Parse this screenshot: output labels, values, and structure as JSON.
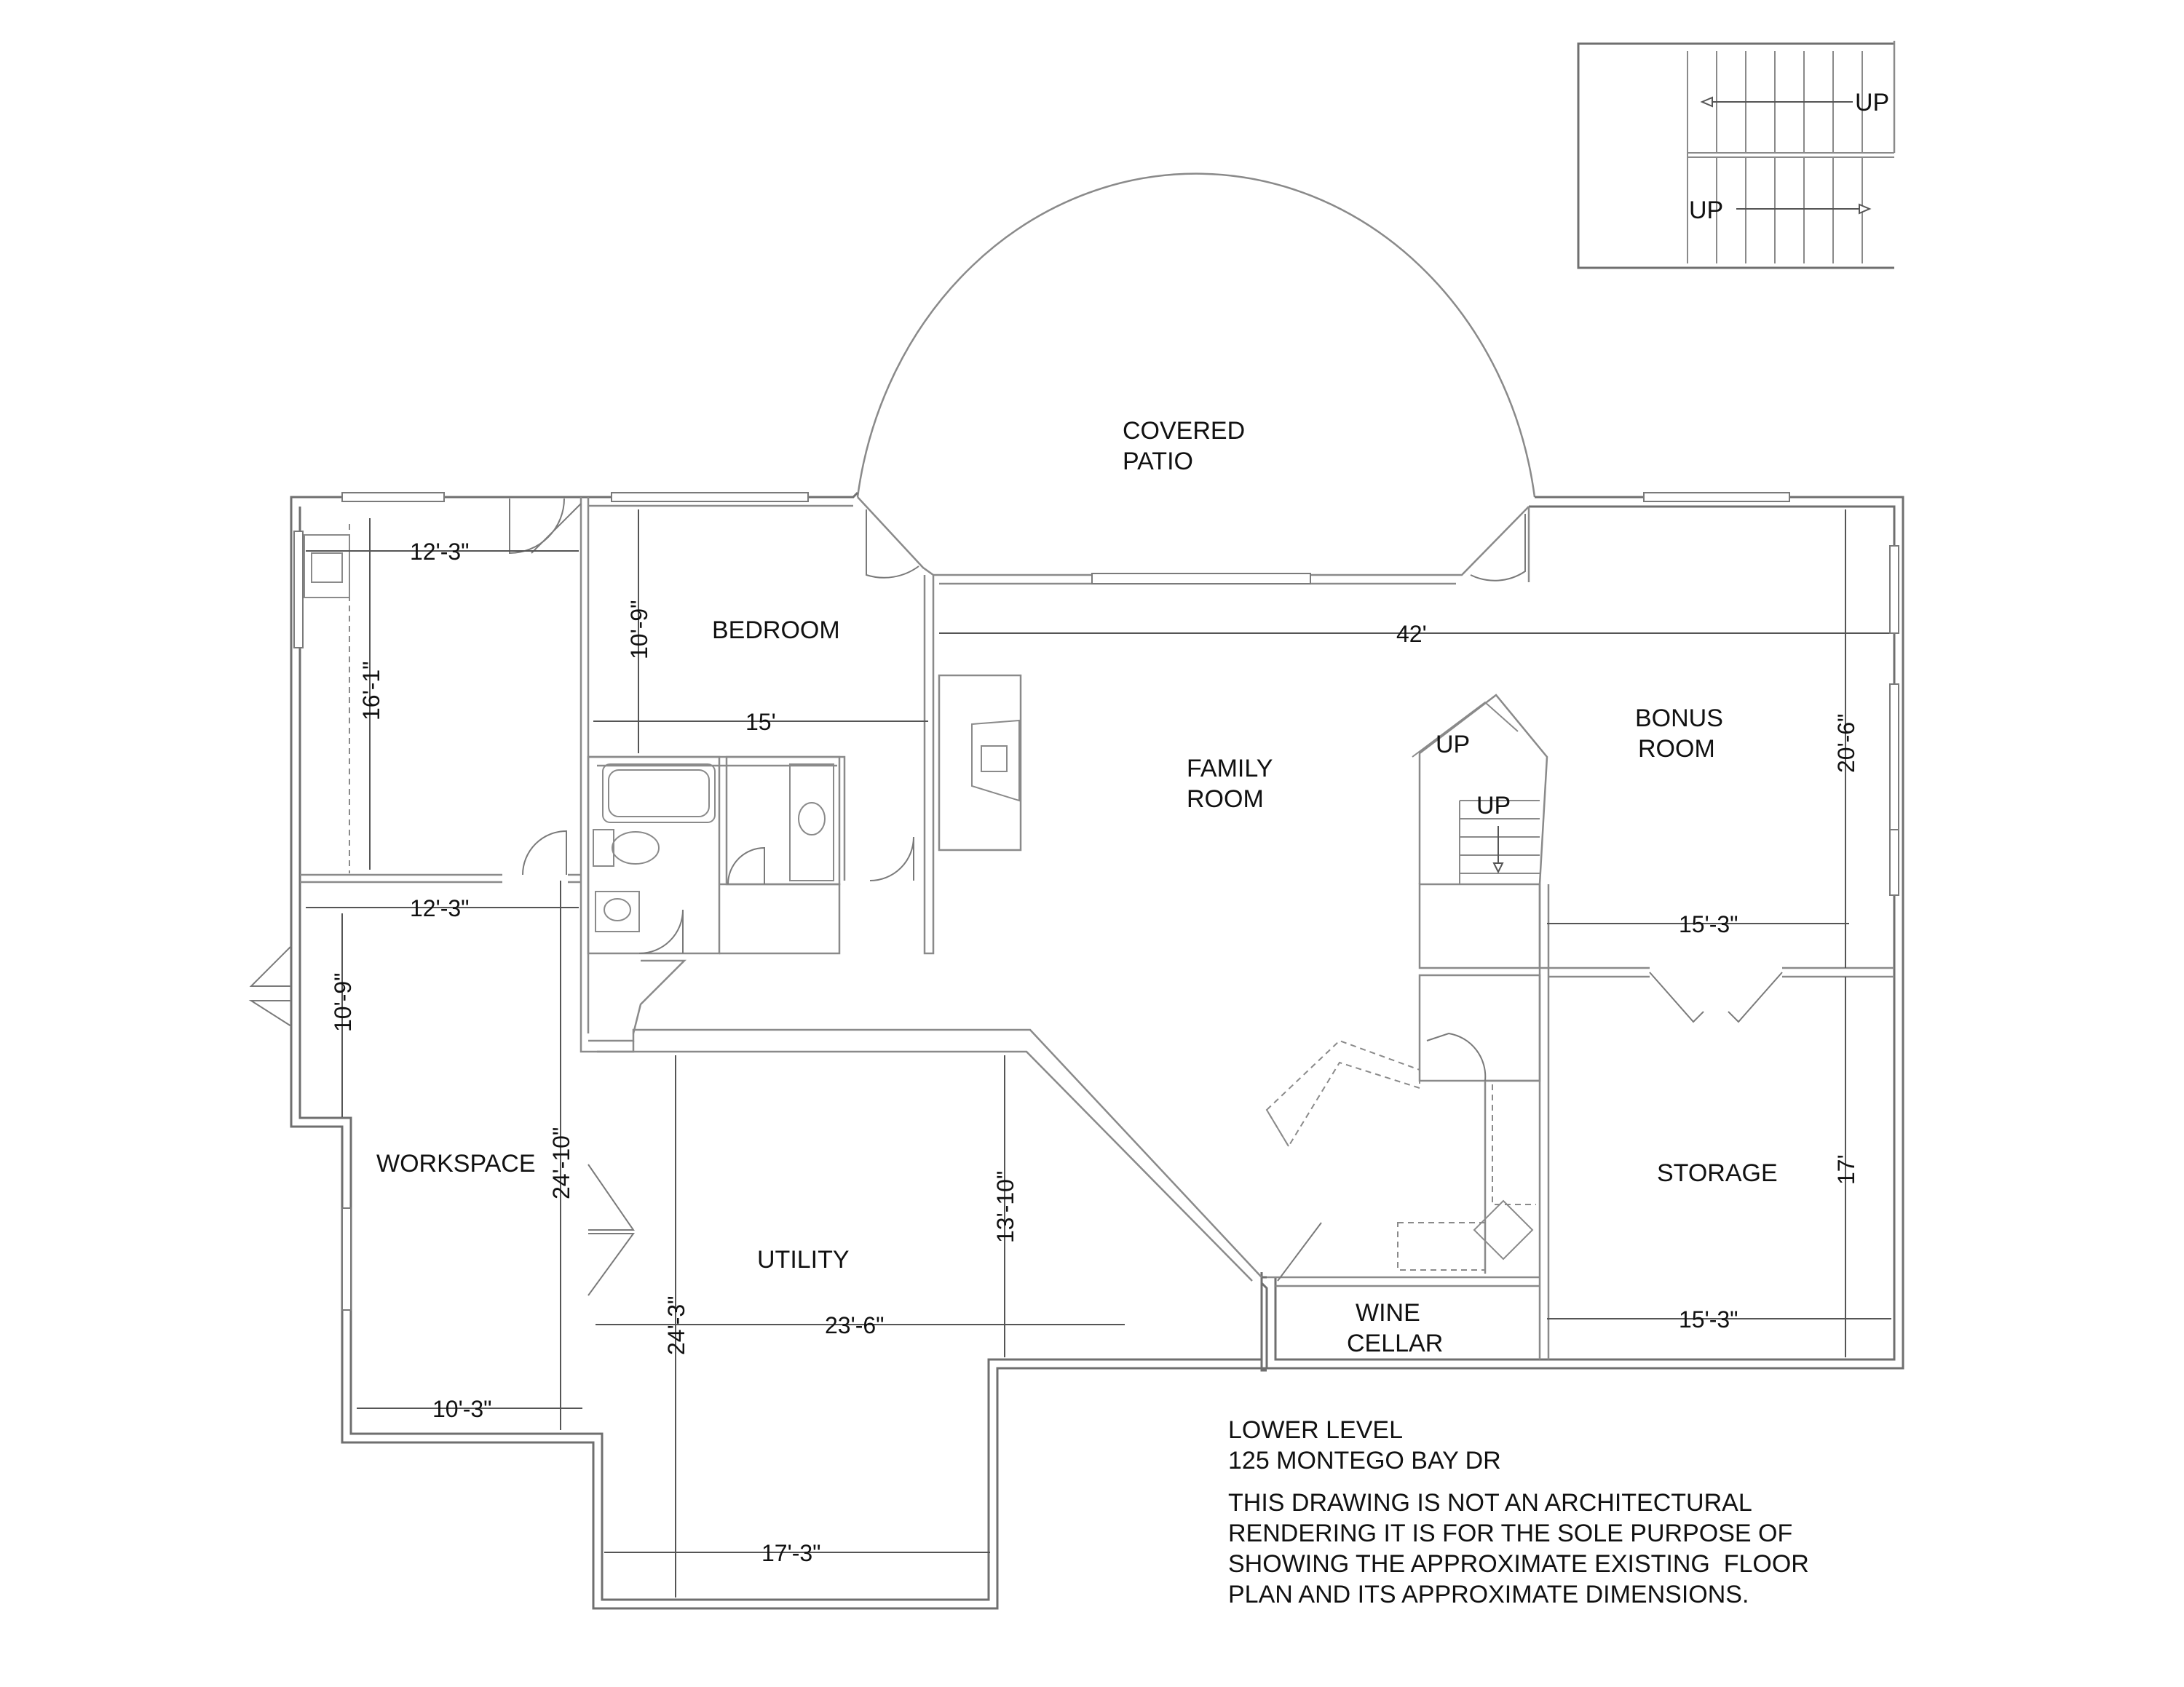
{
  "rooms": {
    "covered_patio": [
      "COVERED",
      "PATIO"
    ],
    "bedroom": "BEDROOM",
    "family_room": [
      "FAMILY",
      "ROOM"
    ],
    "bonus_room": [
      "BONUS",
      "ROOM"
    ],
    "workspace": "WORKSPACE",
    "utility": "UTILITY",
    "storage": "STORAGE",
    "wine_cellar": [
      "WINE",
      "CELLAR"
    ]
  },
  "stairs": {
    "inset_up_top": "UP",
    "inset_up_bottom": "UP",
    "main_up_1": "UP",
    "main_up_2": "UP"
  },
  "dimensions": {
    "workspace_top_width": "12'-3\"",
    "workspace_upper_height": "16'-1\"",
    "workspace_mid_width": "12'-3\"",
    "workspace_left_height": "10'-9\"",
    "workspace_total_height": "24'-10\"",
    "workspace_bottom_width": "10'-3\"",
    "bedroom_height": "10'-9\"",
    "bedroom_width": "15'",
    "family_room_width": "42'",
    "bonus_room_height": "20'-6\"",
    "bonus_room_width": "15'-3\"",
    "utility_right_height": "13'-10\"",
    "utility_left_height": "24'-3\"",
    "utility_width": "23'-6\"",
    "utility_bottom_width": "17'-3\"",
    "storage_height": "17'",
    "storage_width": "15'-3\""
  },
  "notes": {
    "level": "LOWER LEVEL",
    "address": "125 MONTEGO BAY DR",
    "disclaimer": [
      "THIS DRAWING IS NOT AN ARCHITECTURAL",
      "RENDERING IT IS FOR THE SOLE PURPOSE OF",
      "SHOWING THE APPROXIMATE EXISTING  FLOOR",
      "PLAN AND ITS APPROXIMATE DIMENSIONS."
    ]
  }
}
